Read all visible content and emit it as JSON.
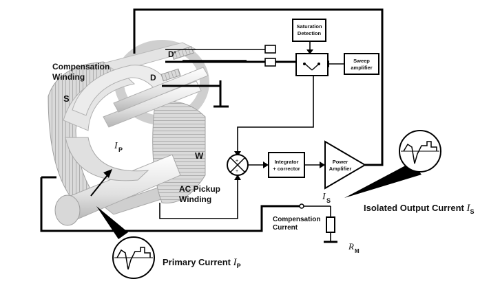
{
  "labels": {
    "compensation_winding_line1": "Compensation",
    "compensation_winding_line2": "Winding",
    "s_marker": "S",
    "w_marker": "W",
    "d_prime": "D'",
    "d": "D",
    "ip_marker_i": "I",
    "ip_marker_sub": "P",
    "ac_pickup_line1": "AC Pickup",
    "ac_pickup_line2": "Winding",
    "comp_current_line1": "Compensation",
    "comp_current_line2": "Current",
    "rm_main": "R",
    "rm_sub": "M",
    "is_marker_i": "I",
    "is_marker_sub": "S",
    "isolated_output_text": "Isolated Output Current ",
    "isolated_output_i": "I",
    "isolated_output_sub": "S",
    "primary_current_text": "Primary Current ",
    "primary_current_i": "I",
    "primary_current_sub": "P"
  },
  "blocks": {
    "saturation_line1": "Saturation",
    "saturation_line2": "Detection",
    "sweep_line1": "Sweep",
    "sweep_line2": "amplifier",
    "integrator_line1": "Integrator",
    "integrator_line2": "+ corrector",
    "power_line1": "Power",
    "power_line2": "Amplifier"
  },
  "colors": {
    "wire": "#000000",
    "core": "#eeeeee",
    "coil": "#d6d6d6",
    "shadow": "#a8a8a8"
  }
}
